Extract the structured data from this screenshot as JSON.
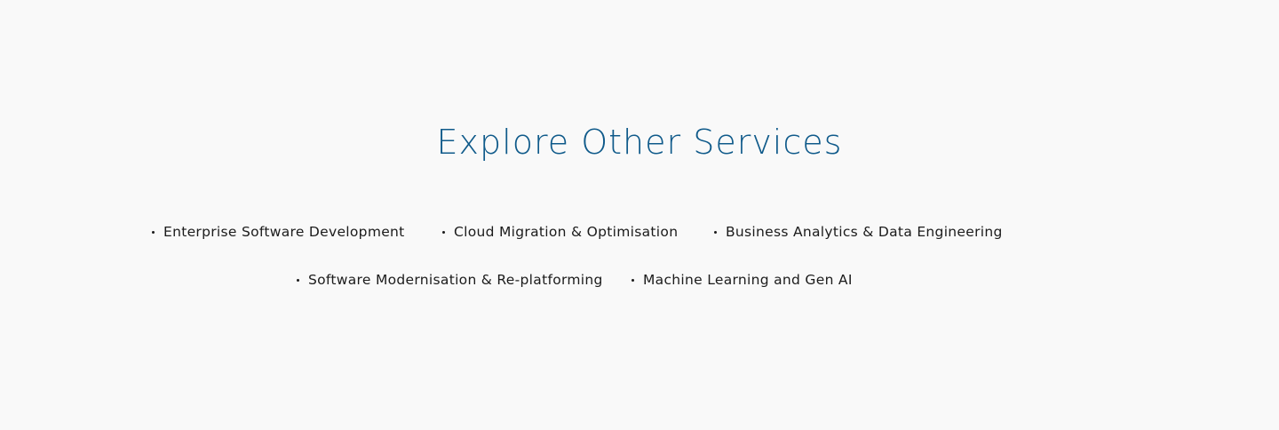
{
  "heading": "Explore Other Services",
  "services": [
    {
      "label": "Enterprise Software Development"
    },
    {
      "label": "Cloud Migration & Optimisation"
    },
    {
      "label": "Business Analytics & Data Engineering"
    },
    {
      "label": "Software Modernisation & Re-platforming"
    },
    {
      "label": "Machine Learning and Gen AI"
    }
  ],
  "colors": {
    "background": "#f9f9f9",
    "heading": "#0f5a8a",
    "text": "#1b1b1b"
  }
}
